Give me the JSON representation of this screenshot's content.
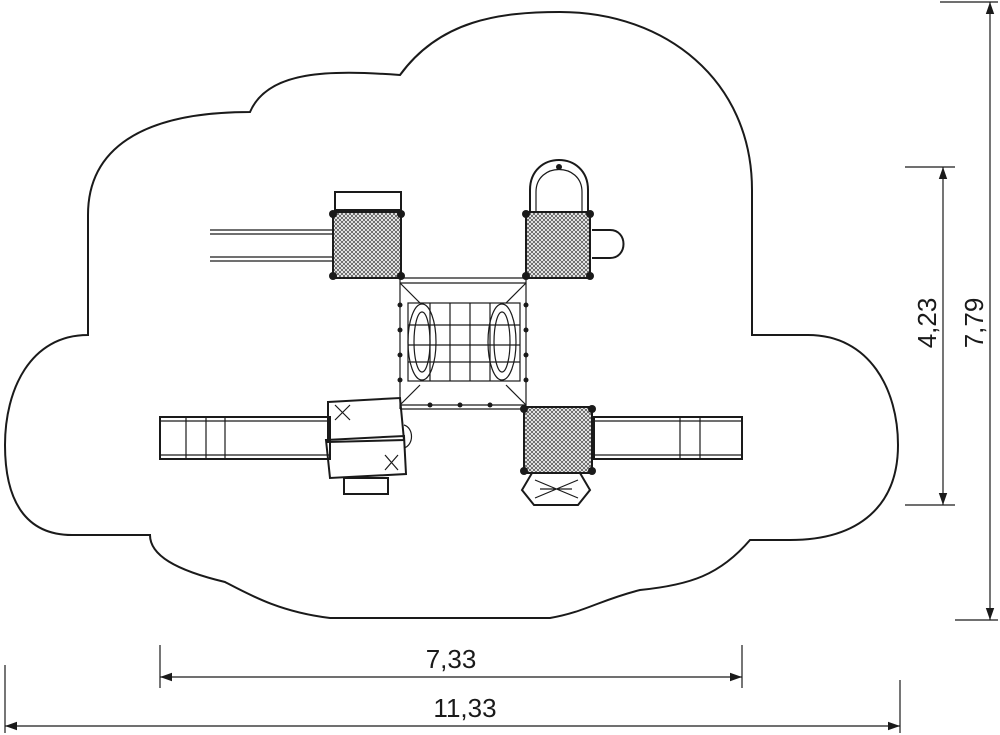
{
  "dimensions": {
    "equipment_width": "7,33",
    "overall_width": "11,33",
    "equipment_depth": "4,23",
    "overall_depth": "7,79"
  },
  "colors": {
    "ink": "#1a1a1a",
    "paper": "#ffffff",
    "deck_fill": "#bdbdbd"
  }
}
